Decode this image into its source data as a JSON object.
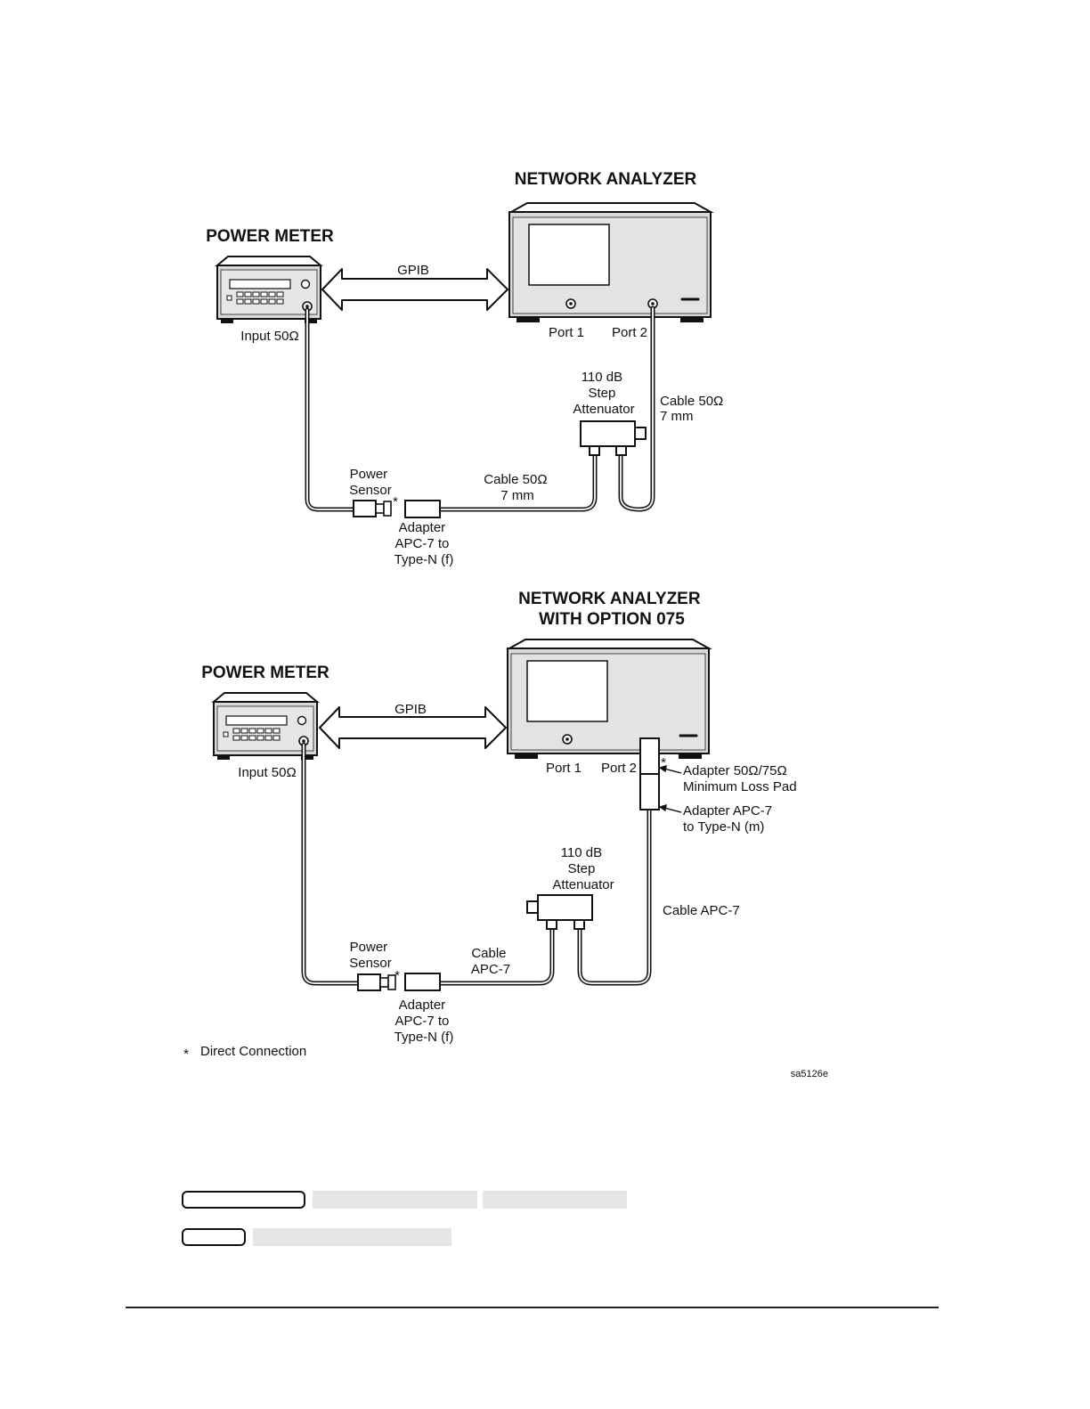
{
  "top": {
    "analyzer_title": "NETWORK ANALYZER",
    "meter_title": "POWER METER",
    "gpib": "GPIB",
    "input": "Input 50Ω",
    "port1": "Port 1",
    "port2": "Port 2",
    "attenuator": [
      "110 dB",
      "Step",
      "Attenuator"
    ],
    "cable_right": [
      "Cable 50Ω",
      "7 mm"
    ],
    "cable_bottom": [
      "Cable 50Ω",
      "7 mm"
    ],
    "sensor": [
      "Power",
      "Sensor"
    ],
    "adapter": [
      "Adapter",
      "APC-7 to",
      "Type-N (f)"
    ],
    "star": "*"
  },
  "bottom": {
    "analyzer_title": [
      "NETWORK ANALYZER",
      "WITH OPTION 075"
    ],
    "meter_title": "POWER METER",
    "gpib": "GPIB",
    "input": "Input 50Ω",
    "port1": "Port 1",
    "port2": "Port 2",
    "pad": [
      "Adapter 50Ω/75Ω",
      "Minimum Loss Pad"
    ],
    "adapter_m": [
      "Adapter APC-7",
      "to Type-N (m)"
    ],
    "attenuator": [
      "110 dB",
      "Step",
      "Attenuator"
    ],
    "cable_right": "Cable APC-7",
    "cable_bottom": [
      "Cable",
      "APC-7"
    ],
    "sensor": [
      "Power",
      "Sensor"
    ],
    "adapter": [
      "Adapter",
      "APC-7 to",
      "Type-N (f)"
    ],
    "star": "*"
  },
  "footnote": {
    "star": "*",
    "text": "Direct Connection"
  },
  "figure_id": "sa5126e"
}
